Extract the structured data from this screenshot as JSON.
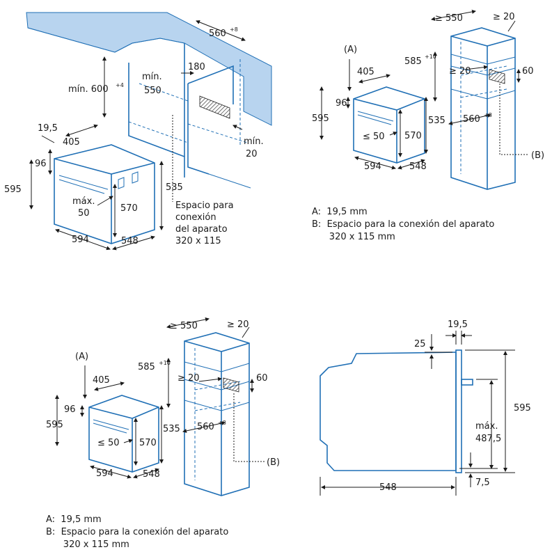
{
  "panel1": {
    "min600": "mín. 600",
    "min600_sup": "+4",
    "d560": "560",
    "d560_sup": "+8",
    "min550_a": "mín.",
    "min550_b": "550",
    "d180": "180",
    "min20_a": "mín.",
    "min20_b": "20",
    "d19_5": "19,5",
    "d405": "405",
    "d96": "96",
    "d595": "595",
    "d535": "535",
    "max50_a": "máx.",
    "max50_b": "50",
    "d570": "570",
    "d594": "594",
    "d548": "548",
    "space_1": "Espacio para",
    "space_2": "conexión",
    "space_3": "del aparato",
    "space_4": "320 x 115"
  },
  "panel2": {
    "ge550": "≥ 550",
    "ge20_top": "≥ 20",
    "A": "(A)",
    "d585": "585",
    "d585_sup": "+10",
    "d405": "405",
    "ge20": "≥ 20",
    "d60": "60",
    "d96": "96",
    "d595": "595",
    "d535": "535",
    "d560": "560",
    "d560_sup": "+8",
    "le50": "≤ 50",
    "d570": "570",
    "B": "(B)",
    "d594": "594",
    "d548": "548",
    "noteA": "A:  19,5 mm",
    "noteB": "B:  Espacio para la conexión del aparato",
    "noteB2": "      320 x 115 mm"
  },
  "panel3": {
    "ge550": "≥ 550",
    "ge20_top": "≥ 20",
    "A": "(A)",
    "d585": "585",
    "d585_sup": "+10",
    "d405": "405",
    "ge20": "≥ 20",
    "d60": "60",
    "d96": "96",
    "d595": "595",
    "d535": "535",
    "d560": "560",
    "d560_sup": "+8",
    "le50": "≤ 50",
    "d570": "570",
    "B": "(B)",
    "d594": "594",
    "d548": "548",
    "noteA": "A:  19,5 mm",
    "noteB": "B:  Espacio para la conexión del aparato",
    "noteB2": "      320 x 115 mm"
  },
  "panel4": {
    "d19_5": "19,5",
    "d25": "25",
    "d595": "595",
    "max_a": "máx.",
    "max_b": "487,5",
    "d548": "548",
    "d7_5": "7,5"
  },
  "colors": {
    "outline": "#1f6fb5",
    "counter": "#b8d4ef",
    "text": "#1a1a1a"
  }
}
